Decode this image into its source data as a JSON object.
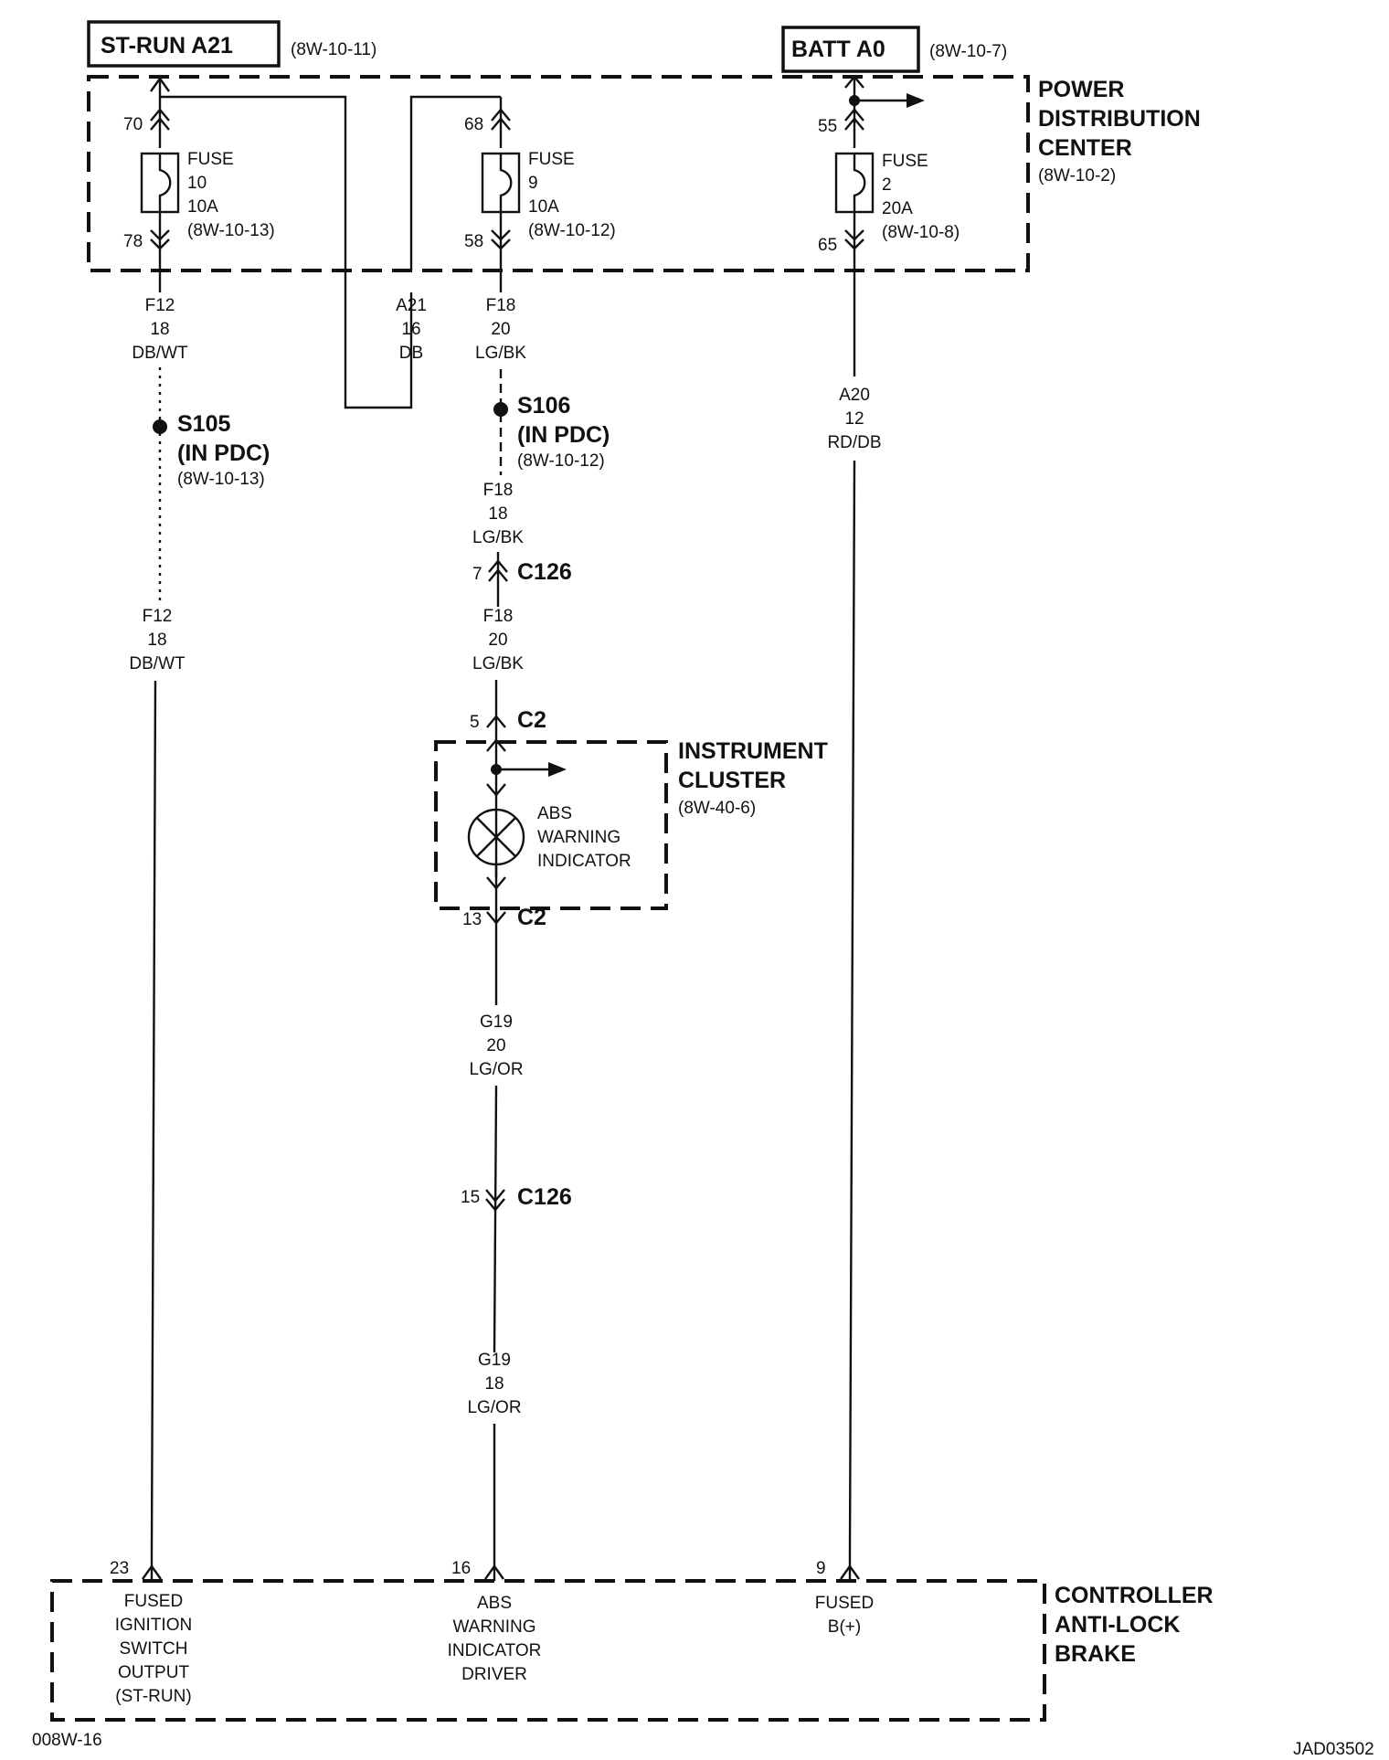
{
  "power_sources": {
    "st_run": {
      "label": "ST-RUN A21",
      "ref": "(8W-10-11)"
    },
    "batt": {
      "label": "BATT A0",
      "ref": "(8W-10-7)"
    }
  },
  "pdc": {
    "title_lines": [
      "POWER",
      "DISTRIBUTION",
      "CENTER"
    ],
    "ref": "(8W-10-2)"
  },
  "fuses": [
    {
      "pin_top": "70",
      "pin_bottom": "78",
      "lines": [
        "FUSE",
        "10",
        "10A",
        "(8W-10-13)"
      ]
    },
    {
      "pin_top": "68",
      "pin_bottom": "58",
      "lines": [
        "FUSE",
        "9",
        "10A",
        "(8W-10-12)"
      ]
    },
    {
      "pin_top": "55",
      "pin_bottom": "65",
      "lines": [
        "FUSE",
        "2",
        "20A",
        "(8W-10-8)"
      ]
    }
  ],
  "wires": {
    "f12_upper": [
      "F12",
      "18",
      "DB/WT"
    ],
    "a21": [
      "A21",
      "16",
      "DB"
    ],
    "f18_upper": [
      "F18",
      "20",
      "LG/BK"
    ],
    "a20": [
      "A20",
      "12",
      "RD/DB"
    ],
    "f12_lower": [
      "F12",
      "18",
      "DB/WT"
    ],
    "f18_mid": [
      "F18",
      "18",
      "LG/BK"
    ],
    "f18_lower": [
      "F18",
      "20",
      "LG/BK"
    ],
    "g19_upper": [
      "G19",
      "20",
      "LG/OR"
    ],
    "g19_lower": [
      "G19",
      "18",
      "LG/OR"
    ]
  },
  "splices": {
    "s105": {
      "name": "S105",
      "loc": "(IN PDC)",
      "ref": "(8W-10-13)"
    },
    "s106": {
      "name": "S106",
      "loc": "(IN PDC)",
      "ref": "(8W-10-12)"
    }
  },
  "connectors": {
    "c126_top": {
      "pin": "7",
      "name": "C126"
    },
    "c2_top": {
      "pin": "5",
      "name": "C2"
    },
    "c2_bottom": {
      "pin": "13",
      "name": "C2"
    },
    "c126_bottom": {
      "pin": "15",
      "name": "C126"
    }
  },
  "cluster": {
    "title_lines": [
      "INSTRUMENT",
      "CLUSTER"
    ],
    "ref": "(8W-40-6)",
    "indicator_lines": [
      "ABS",
      "WARNING",
      "INDICATOR"
    ]
  },
  "controller": {
    "title_lines": [
      "CONTROLLER",
      "ANTI-LOCK",
      "BRAKE"
    ],
    "pins": [
      {
        "pin": "23",
        "lines": [
          "FUSED",
          "IGNITION",
          "SWITCH",
          "OUTPUT",
          "(ST-RUN)"
        ]
      },
      {
        "pin": "16",
        "lines": [
          "ABS",
          "WARNING",
          "INDICATOR",
          "DRIVER"
        ]
      },
      {
        "pin": "9",
        "lines": [
          "FUSED",
          "B(+)"
        ]
      }
    ]
  },
  "footer": {
    "left": "008W-16",
    "right": "JAD03502"
  }
}
